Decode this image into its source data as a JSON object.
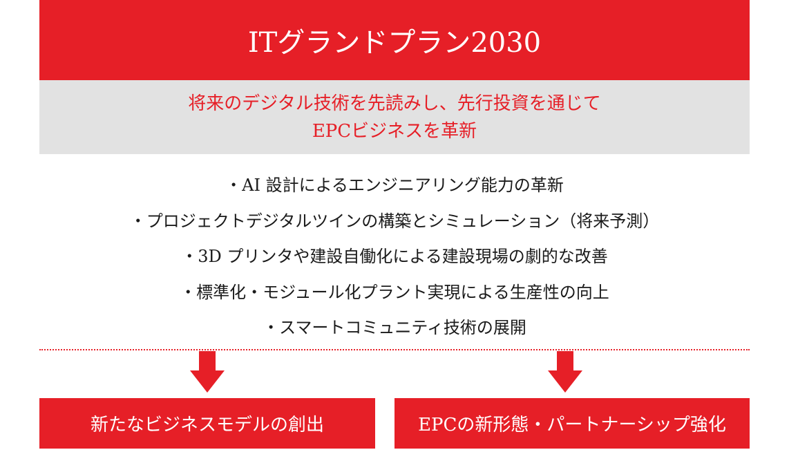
{
  "title": "ITグランドプラン2030",
  "subtitle": {
    "lines": [
      "将来のデジタル技術を先読みし、先行投資を通じて",
      "EPCビジネスを革新"
    ]
  },
  "initiatives": [
    "・AI 設計によるエンジニアリング能力の革新",
    "・プロジェクトデジタルツインの構築とシミュレーション（将来予測）",
    "・3D プリンタや建設自働化による建設現場の劇的な改善",
    "・標準化・モジュール化プラント実現による生産性の向上",
    "・スマートコミュニティ技術の展開"
  ],
  "outcomes": [
    "新たなビジネスモデルの創出",
    "EPCの新形態・パートナーシップ強化"
  ],
  "colors": {
    "accent": "#e61f27",
    "panel_gray": "#e2e2e2",
    "text": "#1a1a1a"
  }
}
